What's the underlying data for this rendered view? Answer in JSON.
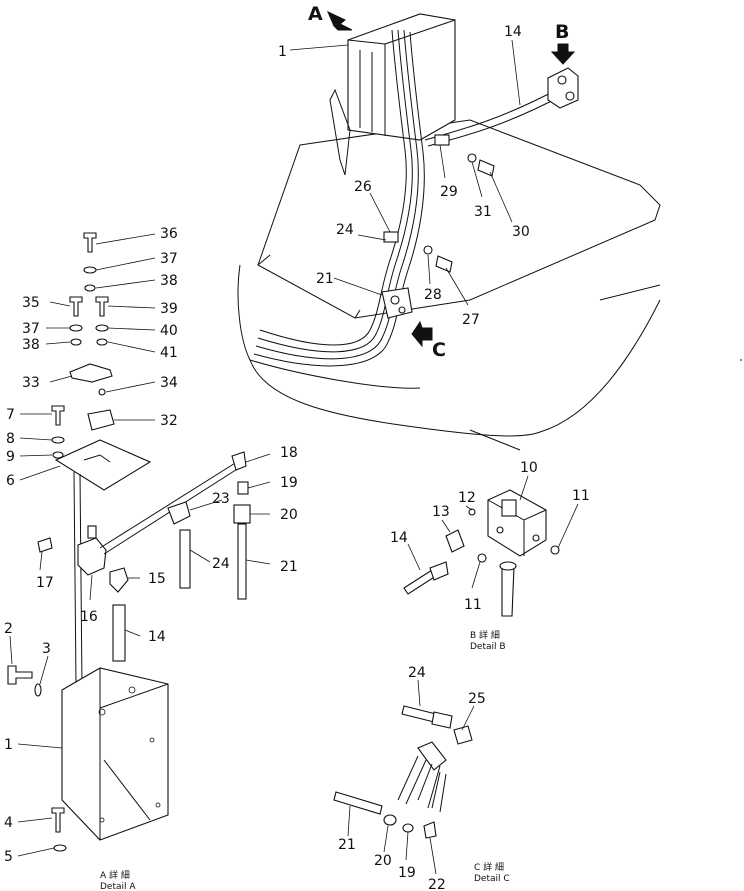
{
  "callouts": {
    "n1a": "1",
    "n14a": "14",
    "n26": "26",
    "n29": "29",
    "n31": "31",
    "n30": "30",
    "n24a": "24",
    "n28": "28",
    "n21a": "21",
    "n27": "27",
    "n36": "36",
    "n37a": "37",
    "n38a": "38",
    "n35": "35",
    "n39": "39",
    "n37b": "37",
    "n40": "40",
    "n38b": "38",
    "n41": "41",
    "n33": "33",
    "n34": "34",
    "n7": "7",
    "n32": "32",
    "n8": "8",
    "n9": "9",
    "n6": "6",
    "n18": "18",
    "n19a": "19",
    "n23": "23",
    "n20a": "20",
    "n24b": "24",
    "n21b": "21",
    "n17": "17",
    "n15": "15",
    "n16": "16",
    "n14b": "14",
    "n2": "2",
    "n3": "3",
    "n1b": "1",
    "n4": "4",
    "n5": "5",
    "n10": "10",
    "n12": "12",
    "n13": "13",
    "n11a": "11",
    "n14c": "14",
    "n11b": "11",
    "n24c": "24",
    "n25": "25",
    "n21c": "21",
    "n20b": "20",
    "n19b": "19",
    "n22": "22"
  },
  "views": {
    "a": "A",
    "b": "B",
    "c": "C"
  },
  "captions": {
    "detail_a_jp": "A 詳 細",
    "detail_a_en": "Detail A",
    "detail_b_jp": "B 詳 細",
    "detail_b_en": "Detail B",
    "detail_c_jp": "C 詳 細",
    "detail_c_en": "Detail C"
  }
}
